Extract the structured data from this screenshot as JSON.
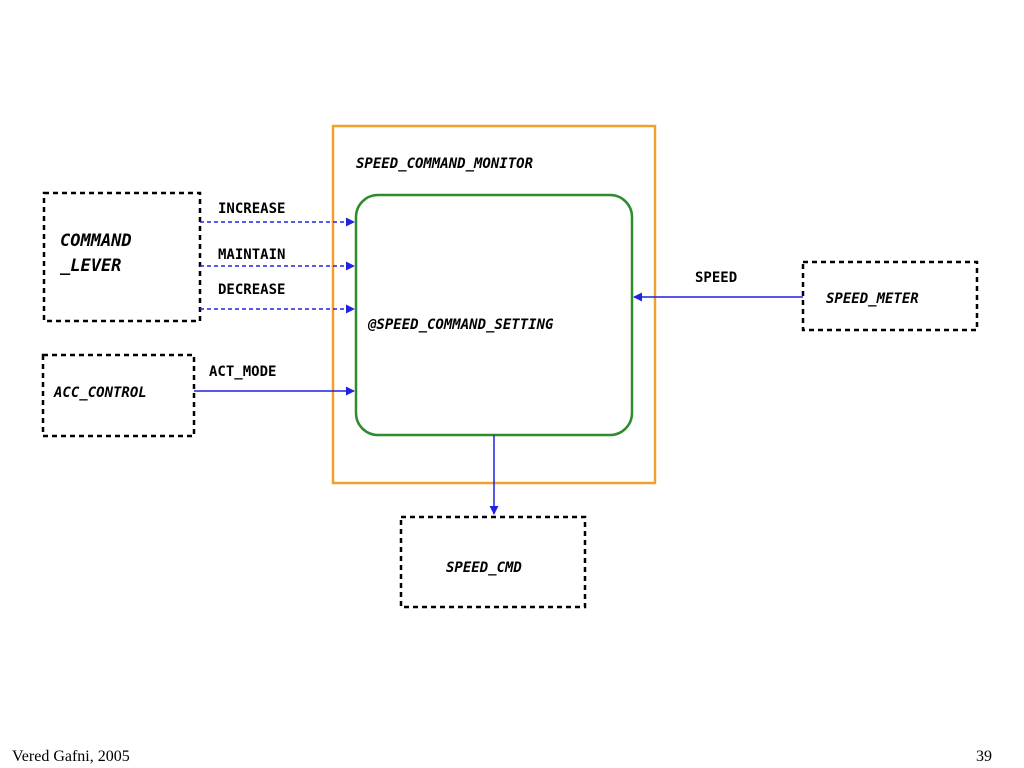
{
  "diagram": {
    "monitor": {
      "title": "SPEED_COMMAND_MONITOR"
    },
    "process": {
      "label": "@SPEED_COMMAND_SETTING"
    },
    "nodes": {
      "command_lever_line1": "COMMAND",
      "command_lever_line2": "_LEVER",
      "acc_control": "ACC_CONTROL",
      "speed_meter": "SPEED_METER",
      "speed_cmd": "SPEED_CMD"
    },
    "flows": {
      "increase": "INCREASE",
      "maintain": "MAINTAIN",
      "decrease": "DECREASE",
      "act_mode": "ACT_MODE",
      "speed": "SPEED"
    },
    "colors": {
      "monitor_border": "#f0a030",
      "process_border": "#2e8b2e",
      "flow": "#1f22e0",
      "terminator_border": "#000000"
    }
  },
  "footer": {
    "left": "Vered Gafni, 2005",
    "right": "39"
  }
}
